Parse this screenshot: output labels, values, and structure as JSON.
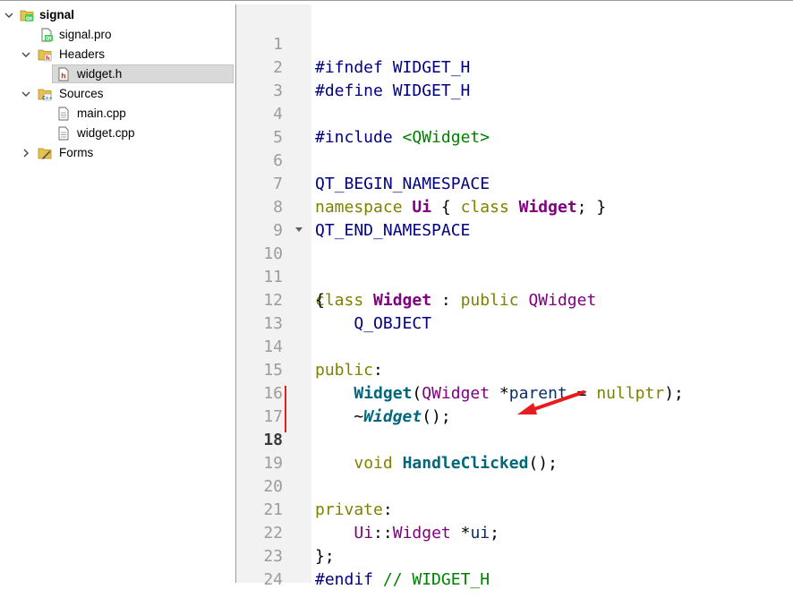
{
  "tree": {
    "items": [
      {
        "label": "signal",
        "icon": "qt-project-icon",
        "expanded": true,
        "bold": true
      },
      {
        "label": "signal.pro",
        "icon": "qt-pro-file-icon"
      },
      {
        "label": "Headers",
        "icon": "headers-folder-icon",
        "expanded": true
      },
      {
        "label": "widget.h",
        "icon": "header-file-icon",
        "selected": true
      },
      {
        "label": "Sources",
        "icon": "sources-folder-icon",
        "expanded": true
      },
      {
        "label": "main.cpp",
        "icon": "file-icon"
      },
      {
        "label": "widget.cpp",
        "icon": "file-icon"
      },
      {
        "label": "Forms",
        "icon": "forms-folder-icon",
        "expanded": false
      }
    ]
  },
  "editor": {
    "current_line": 18,
    "line_numbers": [
      "1",
      "2",
      "3",
      "4",
      "5",
      "6",
      "7",
      "8",
      "9",
      "10",
      "11",
      "12",
      "13",
      "14",
      "15",
      "16",
      "17",
      "18",
      "19",
      "20",
      "21",
      "22",
      "23",
      "24"
    ],
    "lines": {
      "l1": {
        "t1": "#ifndef WIDGET_H"
      },
      "l2": {
        "t1": "#define WIDGET_H"
      },
      "l4": {
        "t1": "#include ",
        "t2": "<QWidget>"
      },
      "l6": {
        "t1": "QT_BEGIN_NAMESPACE"
      },
      "l7": {
        "t1": "namespace",
        "t2": " ",
        "t3": "Ui",
        "t4": " { ",
        "t5": "class",
        "t6": " ",
        "t7": "Widget",
        "t8": "; }"
      },
      "l8": {
        "t1": "QT_END_NAMESPACE"
      },
      "l10": {
        "t1": "class",
        "t2": " ",
        "t3": "Widget",
        "t4": " : ",
        "t5": "public",
        "t6": " ",
        "t7": "QWidget"
      },
      "l11": {
        "t1": "{"
      },
      "l12": {
        "t1": "    ",
        "t2": "Q_OBJECT"
      },
      "l14": {
        "t1": "public",
        "t2": ":"
      },
      "l15": {
        "t1": "    ",
        "t2": "Widget",
        "t3": "(",
        "t4": "QWidget",
        "t5": " *",
        "t6": "parent",
        "t7": " = ",
        "t8": "nullptr",
        "t9": ");"
      },
      "l16": {
        "t1": "    ~",
        "t2": "Widget",
        "t3": "();"
      },
      "l18": {
        "t1": "    ",
        "t2": "void",
        "t3": " ",
        "t4": "HandleClicked",
        "t5": "();"
      },
      "l20": {
        "t1": "private",
        "t2": ":"
      },
      "l21": {
        "t1": "    ",
        "t2": "Ui",
        "t3": "::",
        "t4": "Widget",
        "t5": " *",
        "t6": "ui",
        "t7": ";"
      },
      "l22": {
        "t1": "};"
      },
      "l23": {
        "t1": "#endif",
        "t2": " ",
        "t3": "// WIDGET_H"
      }
    }
  },
  "annotation": {
    "color": "#e81c1c"
  }
}
